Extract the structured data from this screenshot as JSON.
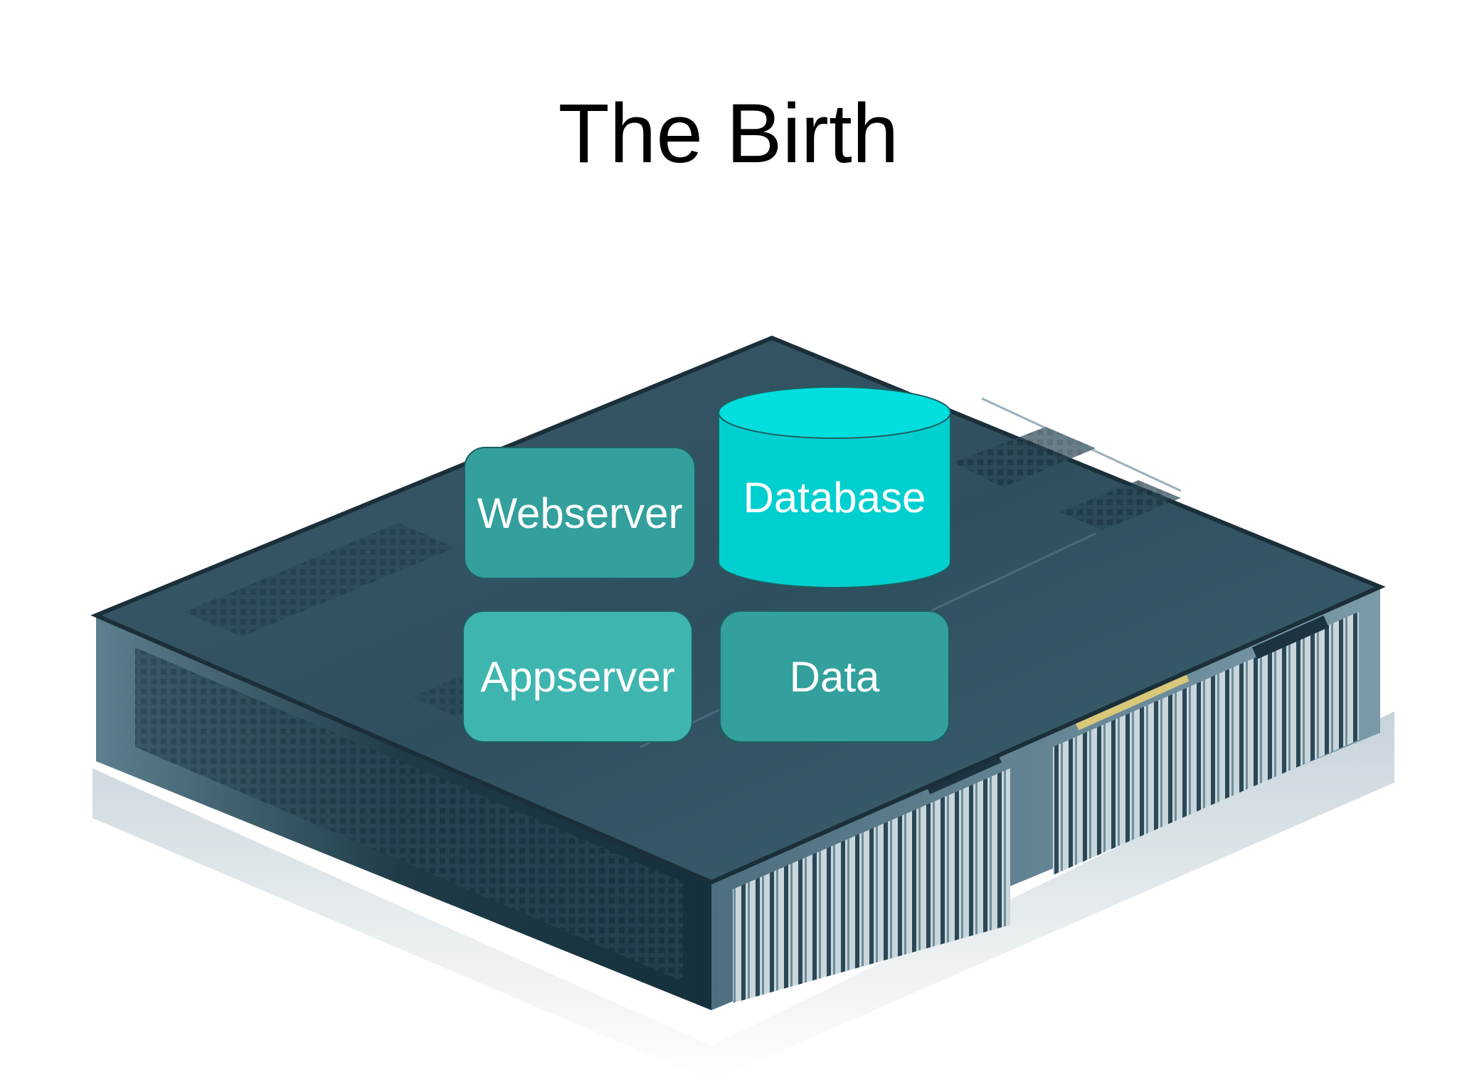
{
  "slide": {
    "title": "The Birth"
  },
  "components": {
    "webserver": "Webserver",
    "database": "Database",
    "appserver": "Appserver",
    "data": "Data"
  },
  "colors": {
    "webserver_fill": "#33a09d",
    "appserver_fill": "#3fb5b0",
    "data_fill": "#33a09d",
    "database_fill": "#00cfcf",
    "server_body": "#2e4f5e"
  }
}
